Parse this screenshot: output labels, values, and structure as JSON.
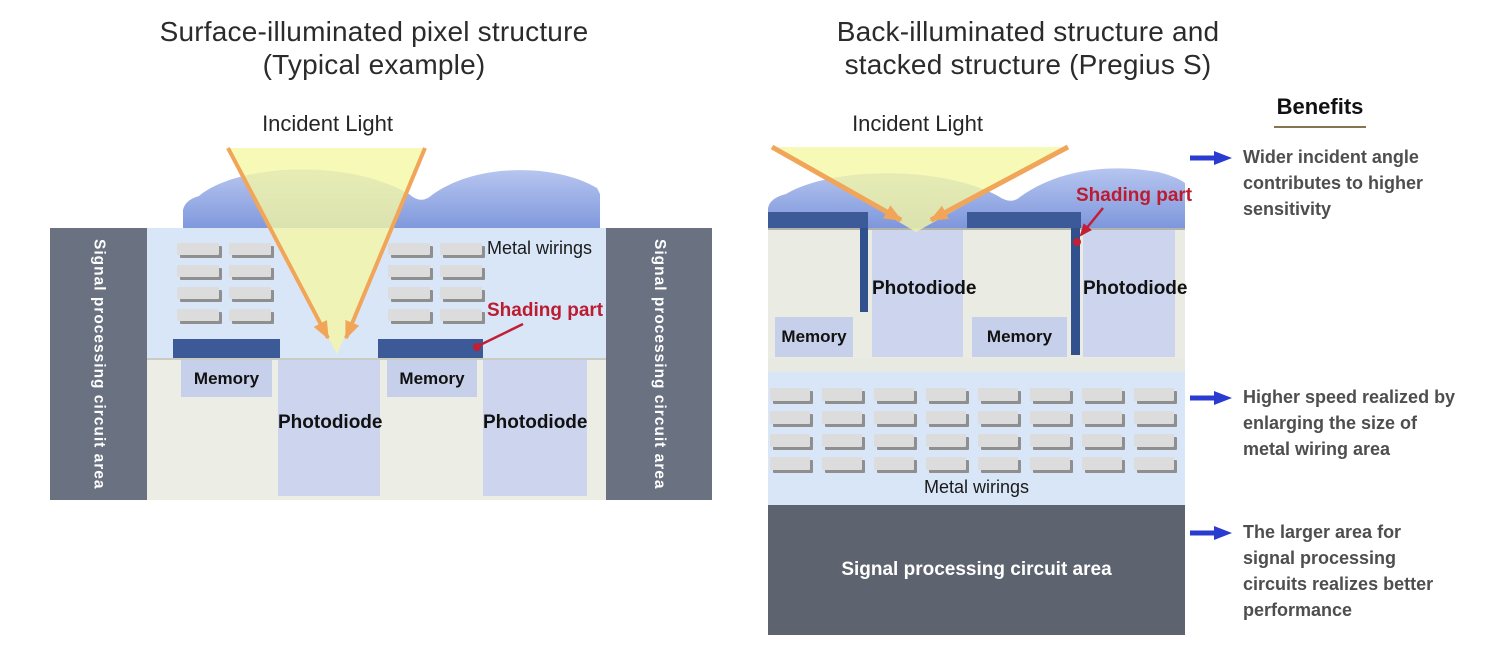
{
  "left_diagram": {
    "title_line1": "Surface-illuminated pixel structure",
    "title_line2": "(Typical example)",
    "incident_light_label": "Incident Light",
    "metal_wirings_label": "Metal wirings",
    "shading_part_label": "Shading part",
    "signal_processing_label": "Signal processing circuit area",
    "memory_labels": [
      "Memory",
      "Memory"
    ],
    "photodiode_labels": [
      "Photodiode",
      "Photodiode"
    ]
  },
  "right_diagram": {
    "title_line1": "Back-illuminated structure and",
    "title_line2": "stacked structure (Pregius S)",
    "incident_light_label": "Incident Light",
    "shading_part_label": "Shading part",
    "metal_wirings_label": "Metal wirings",
    "signal_processing_label": "Signal processing circuit area",
    "memory_labels": [
      "Memory",
      "Memory"
    ],
    "photodiode_labels": [
      "Photodiode",
      "Photodiode"
    ]
  },
  "benefits": {
    "heading": "Benefits",
    "items": [
      "Wider incident angle contributes to higher sensitivity",
      "Higher speed realized by enlarging the size of metal wiring area",
      "The larger area for signal processing circuits realizes better performance"
    ]
  },
  "colors": {
    "shading_red": "#bb1c30",
    "bar_blue": "#3c5998",
    "benefit_arrow_blue": "#2a3bd0",
    "circuit_gray": "#6a7180",
    "wiring_area_blue": "#d9e6f8",
    "photodiode_lavender": "#ccd5ed",
    "memory_lavender": "#c7d0ea",
    "substrate_beige": "#ecede5",
    "lens_blue": "#8099dd",
    "light_cone_yellow": "#f5f7a3",
    "cone_edge_orange": "#f1a558",
    "benefits_underline": "#867451"
  }
}
